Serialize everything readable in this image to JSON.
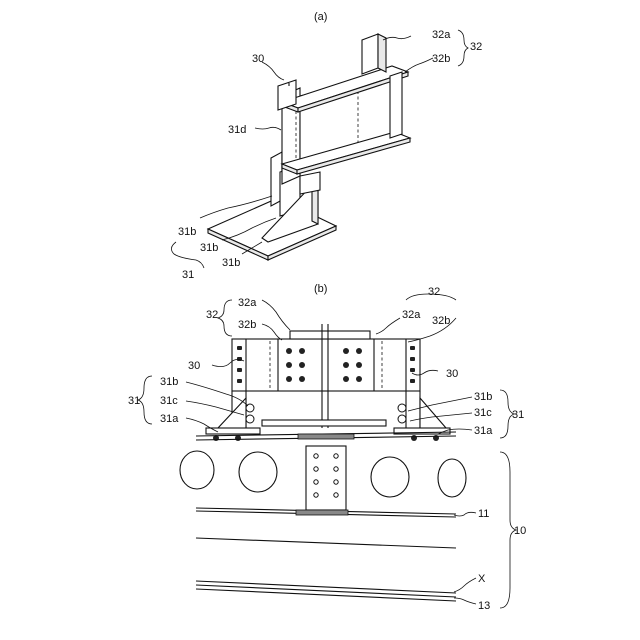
{
  "panel_a": {
    "caption": "(a)",
    "labels": {
      "l30": "30",
      "l32a": "32a",
      "l32b": "32b",
      "l32": "32",
      "l31d": "31d",
      "l31b_1": "31b",
      "l31b_2": "31b",
      "l31b_3": "31b",
      "l31": "31"
    }
  },
  "panel_b": {
    "caption": "(b)",
    "labels": {
      "left_32": "32",
      "left_32a": "32a",
      "left_32b": "32b",
      "right_32": "32",
      "right_32a": "32a",
      "right_32b": "32b",
      "left_30": "30",
      "right_30": "30",
      "left_31": "31",
      "left_31b": "31b",
      "left_31c": "31c",
      "left_31a": "31a",
      "right_31": "31",
      "right_31b": "31b",
      "right_31c": "31c",
      "right_31a": "31a",
      "l10": "10",
      "l11": "11",
      "lX": "X",
      "l13": "13"
    }
  }
}
